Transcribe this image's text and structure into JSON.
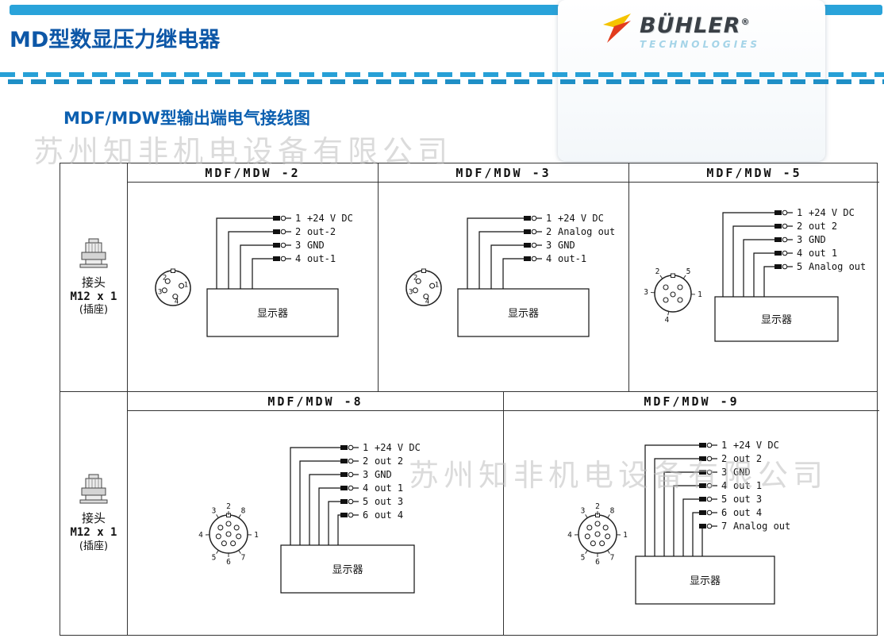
{
  "header": {
    "title": "MD型数显压力继电器"
  },
  "logo": {
    "brand": "BÜHLER",
    "reg": "®",
    "tagline": "TECHNOLOGIES"
  },
  "section": {
    "title": "MDF/MDW型输出端电气接线图"
  },
  "watermark": {
    "text": "苏州知非机电设备有限公司"
  },
  "side_label": {
    "line1": "接头",
    "line2": "M12 x 1",
    "line3": "(插座)"
  },
  "display_label": "显示器",
  "diagrams": [
    {
      "title": "MDF/MDW -2",
      "connector_type": "m12-4",
      "connector_pin_numbers": [
        "2",
        "1",
        "3",
        "4"
      ],
      "pins": [
        {
          "num": "1",
          "label": "+24 V DC"
        },
        {
          "num": "2",
          "label": "out-2"
        },
        {
          "num": "3",
          "label": "GND"
        },
        {
          "num": "4",
          "label": "out-1"
        }
      ]
    },
    {
      "title": "MDF/MDW -3",
      "connector_type": "m12-4",
      "connector_pin_numbers": [
        "2",
        "1",
        "3",
        "4"
      ],
      "pins": [
        {
          "num": "1",
          "label": "+24 V DC"
        },
        {
          "num": "2",
          "label": "Analog out"
        },
        {
          "num": "3",
          "label": "GND"
        },
        {
          "num": "4",
          "label": "out-1"
        }
      ]
    },
    {
      "title": "MDF/MDW -5",
      "connector_type": "m12-5",
      "connector_pin_numbers": [
        "2",
        "5",
        "3",
        "1",
        "4"
      ],
      "pins": [
        {
          "num": "1",
          "label": "+24 V DC"
        },
        {
          "num": "2",
          "label": "out 2"
        },
        {
          "num": "3",
          "label": "GND"
        },
        {
          "num": "4",
          "label": "out 1"
        },
        {
          "num": "5",
          "label": "Analog out"
        }
      ]
    },
    {
      "title": "MDF/MDW -8",
      "connector_type": "m12-8",
      "connector_pin_numbers": [
        "3",
        "2",
        "8",
        "4",
        "1",
        "5",
        "6",
        "7"
      ],
      "pins": [
        {
          "num": "1",
          "label": "+24 V DC"
        },
        {
          "num": "2",
          "label": "out 2"
        },
        {
          "num": "3",
          "label": "GND"
        },
        {
          "num": "4",
          "label": "out 1"
        },
        {
          "num": "5",
          "label": "out 3"
        },
        {
          "num": "6",
          "label": "out 4"
        }
      ]
    },
    {
      "title": "MDF/MDW -9",
      "connector_type": "m12-8",
      "connector_pin_numbers": [
        "3",
        "2",
        "8",
        "4",
        "1",
        "5",
        "6",
        "7"
      ],
      "pins": [
        {
          "num": "1",
          "label": "+24 V DC"
        },
        {
          "num": "2",
          "label": "out 2"
        },
        {
          "num": "3",
          "label": "GND"
        },
        {
          "num": "4",
          "label": "out 1"
        },
        {
          "num": "5",
          "label": "out 3"
        },
        {
          "num": "6",
          "label": "out 4"
        },
        {
          "num": "7",
          "label": "Analog out"
        }
      ]
    }
  ],
  "colors": {
    "accent_blue": "#29a3da",
    "title_blue": "#0d57a7",
    "logo_text": "#3a4046",
    "logo_tagline": "#a5d4e8",
    "logo_red": "#e23c1e",
    "logo_yellow": "#f5c400",
    "watermark_gray": "#bfbfbf"
  }
}
